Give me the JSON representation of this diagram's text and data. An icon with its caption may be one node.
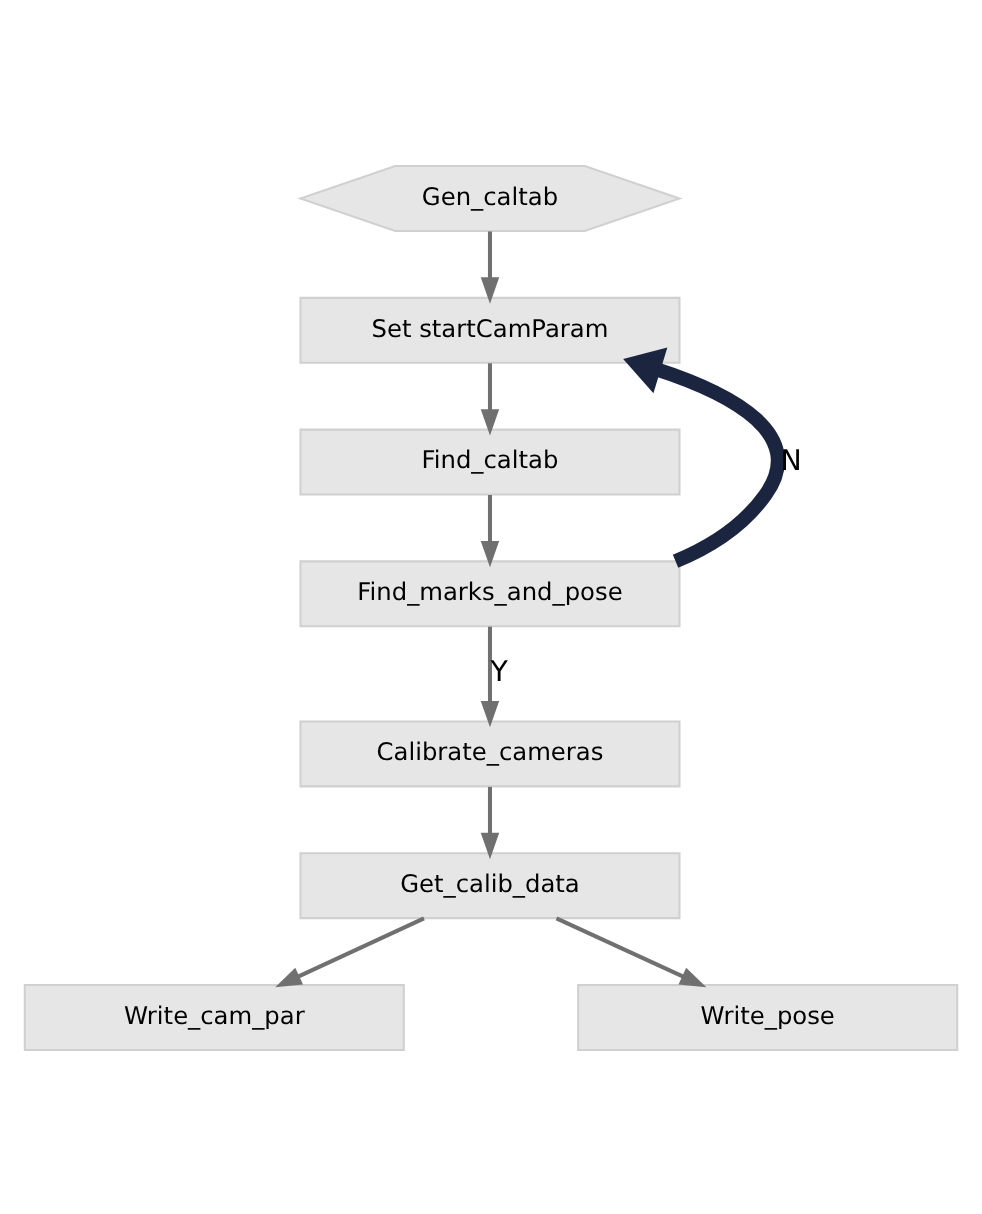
{
  "diagram": {
    "nodes": [
      {
        "text": [
          "Gen_caltab"
        ]
      },
      {
        "text": [
          "Set startCamParam"
        ]
      },
      {
        "text": [
          "Find_caltab"
        ]
      },
      {
        "text": [
          "Find_marks_and_pose"
        ]
      },
      {
        "text": [
          "Calibrate_cameras"
        ]
      },
      {
        "text": [
          "Get_calib_data"
        ]
      },
      {
        "text": [
          "Write_cam_par"
        ]
      },
      {
        "text": [
          "Write_pose"
        ]
      }
    ],
    "edges": [
      {
        "from": 0,
        "to": 1,
        "arrow": "to"
      },
      {
        "from": 1,
        "to": 2,
        "arrow": "to"
      },
      {
        "from": 2,
        "to": 3,
        "arrow": "to"
      },
      {
        "from": 3,
        "to": 4,
        "arrow": "to",
        "label": "Y"
      },
      {
        "from": 3,
        "to": 1,
        "arrow": "to",
        "label": "N",
        "style": "thick",
        "color": "#1c2540"
      },
      {
        "from": 5,
        "to": 6,
        "arrow": "to"
      },
      {
        "from": 5,
        "to": 7,
        "arrow": "to"
      },
      {
        "from": 4,
        "to": 5,
        "arrow": "to"
      }
    ]
  }
}
